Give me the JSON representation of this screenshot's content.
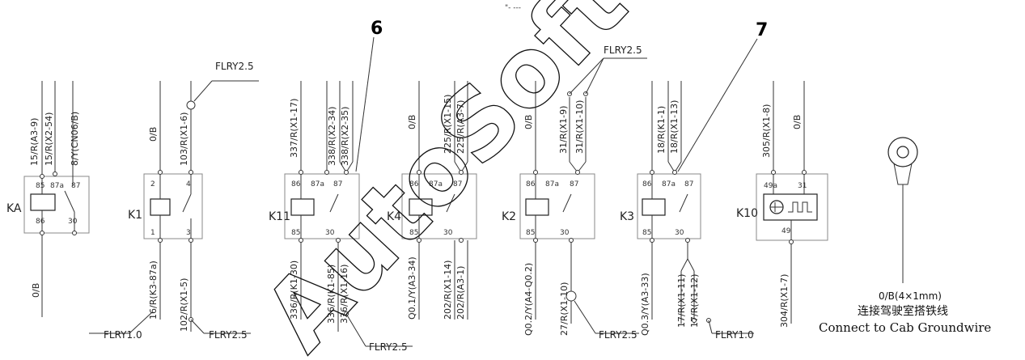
{
  "header_fragment": "\"- ---",
  "callouts": {
    "six": "6",
    "seven": "7"
  },
  "flry_labels": {
    "k1_top": "FLRY2.5",
    "k2_top": "FLRY2.5",
    "ka_bottom": "FLRY1.0",
    "k1_bottom": "FLRY2.5",
    "k11_bottom": "FLRY2.5",
    "k2_bottom": "FLRY2.5",
    "k3_bottom": "FLRY1.0"
  },
  "relays": {
    "ka": {
      "name": "KA",
      "pins": [
        "85",
        "87a",
        "87",
        "86",
        "30"
      ],
      "top_wires": [
        "15/R(A3-9)",
        "15/R(X2-54)",
        "8/Y(CN06/B)"
      ],
      "bottom_wires": [
        "0/B"
      ]
    },
    "k1": {
      "name": "K1",
      "pins": [
        "2",
        "4",
        "1",
        "3"
      ],
      "top_wires": [
        "0/B",
        "103/R(X1-6)"
      ],
      "bottom_wires": [
        "16/R(K3-87a)",
        "102/R(X1-5)"
      ]
    },
    "k11": {
      "name": "K11",
      "pins": [
        "86",
        "87a",
        "87",
        "85",
        "30"
      ],
      "top_wires": [
        "337/R(X1-17)",
        "338/R(X2-34)",
        "338/R(X2-35)"
      ],
      "bottom_wires": [
        "336/R(K1-30)",
        "336/R(K1-85)",
        "336/R(X1-16)"
      ]
    },
    "k4": {
      "name": "K4",
      "pins": [
        "86",
        "87a",
        "87",
        "85",
        "30"
      ],
      "top_wires": [
        "0/B",
        "225/R(X1-15)",
        "225/R(A3-7)"
      ],
      "bottom_wires": [
        "Q0.1/Y(A3-34)",
        "202/R(X1-14)",
        "202/R(A3-1)"
      ]
    },
    "k2": {
      "name": "K2",
      "pins": [
        "86",
        "87a",
        "87",
        "85",
        "30"
      ],
      "top_wires": [
        "0/B",
        "31/R(X1-9)",
        "31/R(X1-10)"
      ],
      "bottom_wires": [
        "Q0.2/Y(A4-Q0.2)",
        "27/R(X1-10)"
      ]
    },
    "k3": {
      "name": "K3",
      "pins": [
        "86",
        "87a",
        "87",
        "85",
        "30"
      ],
      "top_wires": [
        "18/R(K1-1)",
        "18/R(X1-13)"
      ],
      "bottom_wires": [
        "Q0.3/Y(A3-33)",
        "17/R(X1-11)",
        "17/R(X1-12)"
      ]
    },
    "k10": {
      "name": "K10",
      "pins": [
        "49a",
        "31",
        "49"
      ],
      "top_wires": [
        "305/R(X1-8)",
        "0/B"
      ],
      "bottom_wires": [
        "304/R(X1-7)"
      ]
    }
  },
  "legend": {
    "spec": "0/B(4×1mm)",
    "chinese": "连接驾驶室搭铁线",
    "english": "Connect to Cab Groundwire"
  },
  "watermark": {
    "text": "AutoSoft"
  },
  "icons": {
    "ground_terminal": "ring-terminal-icon",
    "flasher": "flasher-unit-icon"
  }
}
